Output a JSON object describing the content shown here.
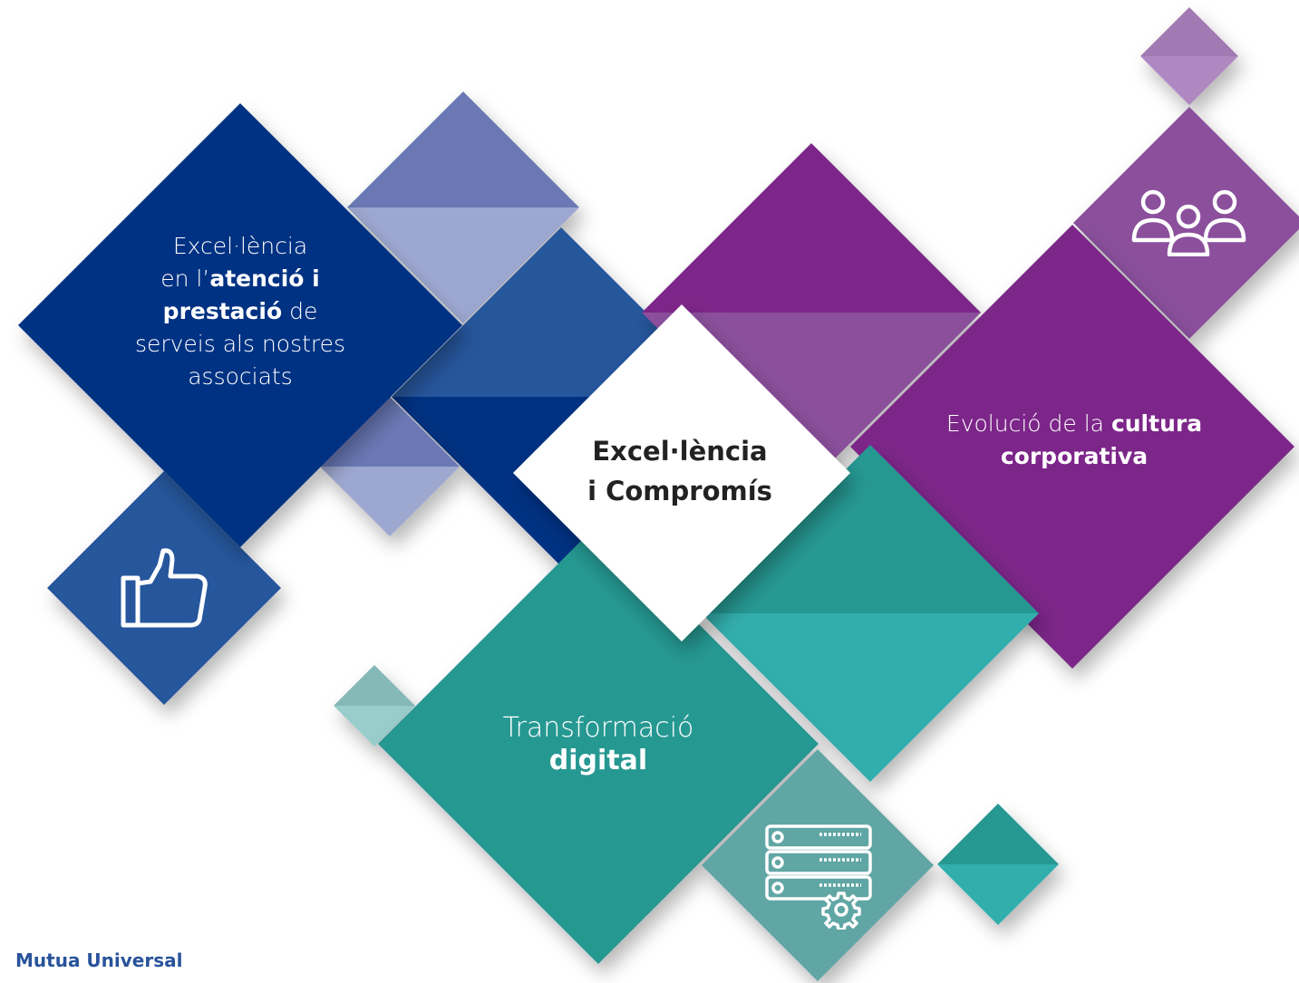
{
  "colors": {
    "dark_blue": "#003183",
    "mid_blue": "#25579c",
    "periwinkle": "#6a79b5",
    "periwinkle_light": "#9da8d1",
    "purple": "#7b2889",
    "purple_light": "#8b4f9c",
    "lavender": "#a179b3",
    "teal": "#279892",
    "teal_light": "#33aeac",
    "teal_grey": "#60a6a4",
    "white": "#ffffff",
    "footer_blue": "#28539a"
  },
  "center": {
    "line1": "Excel·lència",
    "line2": "i Compromís"
  },
  "blue_block": {
    "line1": "Excel·lència",
    "line2_pre": "en l’",
    "line2_bold": "atenció i",
    "line3_bold": "prestació",
    "line3_post": " de",
    "line4": "serveis als nostres",
    "line5": "associats",
    "icon": "thumbs-up-icon"
  },
  "purple_block": {
    "line1_pre": "Evolució de la ",
    "line1_bold": "cultura",
    "line2_bold": "corporativa",
    "icon": "people-group-icon"
  },
  "teal_block": {
    "line1": "Transformació",
    "line2_bold": "digital",
    "icon": "server-gear-icon"
  },
  "footer": {
    "brand": "Mutua Universal"
  }
}
